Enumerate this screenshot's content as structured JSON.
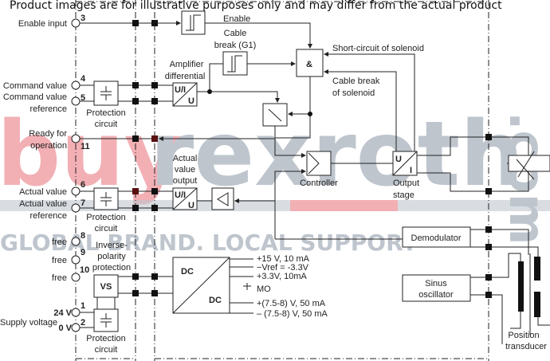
{
  "pins": {
    "enable_input": {
      "label": "Enable input",
      "num": "3"
    },
    "command_value": {
      "label": "Command value",
      "num": "4"
    },
    "command_value_ref": {
      "label1": "Command value",
      "label2": "reference",
      "num": "5"
    },
    "ready": {
      "label1": "Ready for",
      "label2": "operation",
      "num": "11"
    },
    "actual_value": {
      "label": "Actual value",
      "num": "6"
    },
    "actual_value_ref": {
      "label1": "Actual value",
      "label2": "reference",
      "num": "7"
    },
    "free8": {
      "label": "free",
      "num": "8"
    },
    "free9": {
      "label": "free",
      "num": "9"
    },
    "free10": {
      "label": "free",
      "num": "10"
    },
    "v24": {
      "label": "24 V",
      "num": "1"
    },
    "v0": {
      "label": "0 V",
      "num": "2"
    },
    "supply": "Supply voltage"
  },
  "blocks": {
    "enable": "Enable",
    "cable_break_g1": [
      "Cable",
      "break (G1)"
    ],
    "amp_diff": [
      "Amplifier",
      "differential"
    ],
    "and_gate": "&",
    "protection": [
      "Protection",
      "circuit"
    ],
    "ui": [
      "U/I",
      "U"
    ],
    "actual_value_output": [
      "Actual",
      "value",
      "output"
    ],
    "short_circuit": "Short-circuit of solenoid",
    "cable_break_solenoid": [
      "Cable break",
      "of solenoid"
    ],
    "controller": "Controller",
    "output_stage": [
      "Output",
      "stage"
    ],
    "output_ui": [
      "U",
      "I"
    ],
    "inverse_polarity": [
      "Inverse-",
      "polarity",
      "protection"
    ],
    "vs": "VS",
    "dc": "DC",
    "demodulator": "Demodulator",
    "sinus_osc": [
      "Sinus",
      "oscillator"
    ],
    "position_transducer": [
      "Position",
      "transducer"
    ]
  },
  "supply_outputs": [
    "+15 V, 10 mA",
    "−Vref = -3.3V",
    "+3.3V, 10mA",
    "MO",
    "+(7.5-8) V, 50 mA",
    "– (7.5-8) V, 50 mA"
  ],
  "watermark": {
    "buy": "buy",
    "rexroth": "rexroth",
    "com": ".com",
    "slogan": "GLOBAL BRAND. LOCAL SUPPORT",
    "disclaimer": "Product images are for illustrative purposes only and may differ from the actual product"
  }
}
